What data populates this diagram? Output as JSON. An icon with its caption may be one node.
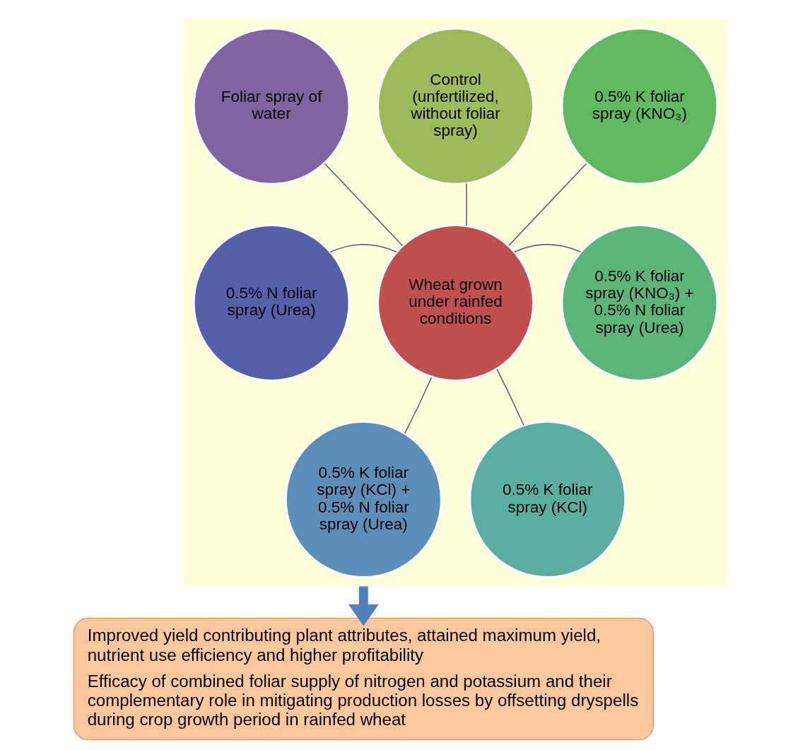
{
  "diagram": {
    "nodes": [
      {
        "text": [],
        "shape": "box"
      },
      {
        "text": [
          "Wheat grown under rainfed conditions"
        ],
        "in": 0
      },
      {
        "text": [
          "Control (unfertilized, without foliar spray)"
        ],
        "in": 0
      },
      {
        "text": [
          "0.5% K foliar spray (KNO₃)"
        ],
        "in": 0
      },
      {
        "text": [
          "0.5% K foliar spray (KNO₃) + 0.5% N foliar spray (Urea)"
        ],
        "in": 0
      },
      {
        "text": [
          "0.5% K foliar spray (KCl)"
        ],
        "in": 0
      },
      {
        "text": [
          "0.5% K foliar spray (KCl) + 0.5% N foliar spray (Urea)"
        ],
        "in": 0
      },
      {
        "text": [
          "0.5% N foliar spray (Urea)"
        ],
        "in": 0
      },
      {
        "text": [
          "Foliar spray of water"
        ],
        "in": 0
      },
      {
        "text": [
          "Improved yield contributing plant attributes, attained maximum yield, nutrient use efficiency and higher profitability",
          "Efficacy of combined foliar supply of nitrogen and potassium and their complementary role in mitigating production losses by offsetting dryspells during crop growth period in rainfed wheat"
        ]
      }
    ],
    "edges": [
      {
        "from": 1,
        "to": 2,
        "arrow": "none"
      },
      {
        "from": 1,
        "to": 3,
        "arrow": "none"
      },
      {
        "from": 1,
        "to": 4,
        "arrow": "none"
      },
      {
        "from": 1,
        "to": 5,
        "arrow": "none"
      },
      {
        "from": 1,
        "to": 6,
        "arrow": "none"
      },
      {
        "from": 1,
        "to": 7,
        "arrow": "none"
      },
      {
        "from": 1,
        "to": 8,
        "arrow": "none"
      },
      {
        "from": 0,
        "to": 9,
        "arrow": "to",
        "style": "thick",
        "color": "#4f81bd"
      }
    ]
  }
}
